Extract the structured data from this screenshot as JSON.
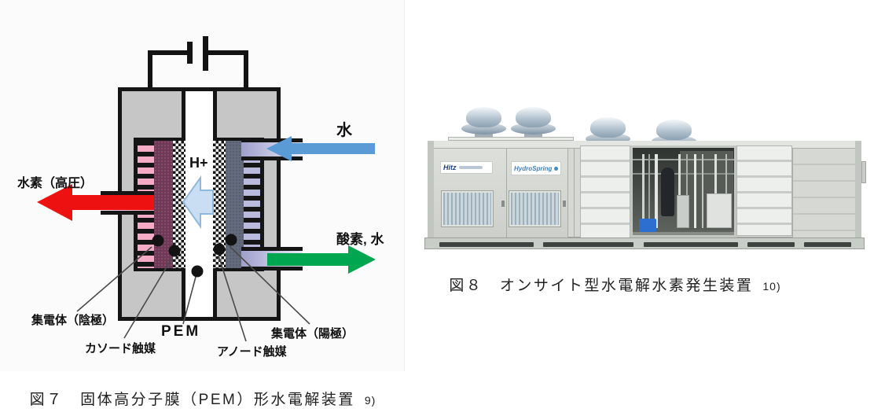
{
  "figure7": {
    "caption": "図７　固体高分子膜（PEM）形水電解装置",
    "ref": "9)",
    "labels": {
      "hydrogen_out": "水素（高圧）",
      "water_in": "水",
      "oxygen_out": "酸素, 水",
      "proton": "H+",
      "collector_cathode": "集電体（陰極）",
      "cathode_catalyst": "カソード触媒",
      "membrane": "PEM",
      "anode_catalyst": "アノード触媒",
      "collector_anode": "集電体（陽極）"
    },
    "colors": {
      "hydrogen_arrow": "#ee1111",
      "water_arrow": "#5b9bd5",
      "oxygen_arrow": "#00a650",
      "proton_arrow": "#c9def2",
      "cathode_block": "#6f3a57",
      "anode_block": "#636a7c",
      "hydrogen_channel": "#f5aac6",
      "water_channel": "#b9badc",
      "wall_gray": "#c6c6c6"
    }
  },
  "figure8": {
    "caption": "図８　オンサイト型水電解水素発生装置",
    "ref": "10)",
    "machine": {
      "brand_left": "Hitz",
      "brand_right": "HydroSpring",
      "fan_count": 4
    }
  }
}
